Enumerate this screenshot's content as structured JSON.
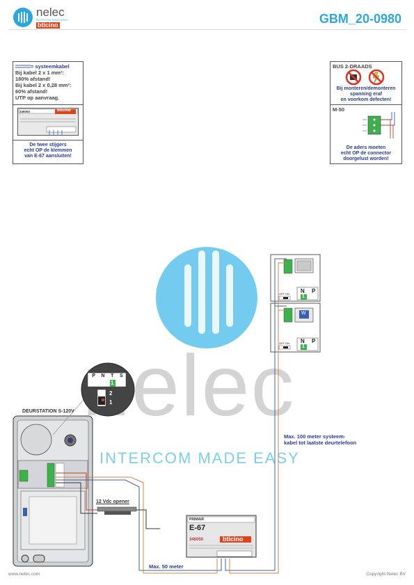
{
  "header": {
    "brand": "nelec",
    "brand_sub": "INTERCOM MADE EASY",
    "brand_partner": "bticino",
    "doc_code": "GBM_20-0980"
  },
  "cable_note": {
    "legend": "= systeemkabel",
    "line1": "Bij kabel 2 x 1 mm²:",
    "line2": "180% afstand!",
    "line3": "Bij kabel 2 x 0,28 mm²:",
    "line4": "60% afstand!",
    "line5": "UTP op aanvraag.",
    "module_code": "346050",
    "module_brand": "bticino",
    "caption1": "De twee stijgers",
    "caption2": "echt OP de klemmen",
    "caption3": "van E-67 aansluiten!"
  },
  "bus_note": {
    "title": "BUS 2-DRAADS",
    "warn1": "Bij monteren/demonteren",
    "warn2": "spanning eraf",
    "warn3": "en voorkom defecten!",
    "model": "M-50",
    "caption1": "De aders moeten",
    "caption2": "echt OP de connector",
    "caption3": "doorgelust worden!"
  },
  "watermark": {
    "word": "nelec",
    "tagline": "INTERCOM MADE EASY"
  },
  "connector_zoom": {
    "terminals": [
      "P",
      "N",
      "T",
      "S"
    ],
    "dip_label_top": "2",
    "dip_label_bottom": "1",
    "dip_value": "1"
  },
  "door_station": {
    "title": "DEURSTATION S-120V"
  },
  "monitors": [
    {
      "terminal_n": "N",
      "terminal_p": "P",
      "value": "1",
      "switch": "OFF ON"
    },
    {
      "terminal_n": "N",
      "terminal_p": "P",
      "value": "1",
      "switch": "OFF ON",
      "screen_label": "W"
    }
  ],
  "opener": {
    "label": "12 Vdc opener"
  },
  "power_supply": {
    "label_top": "PRIMAIR",
    "model": "E-67",
    "code": "346050",
    "brand": "bticino"
  },
  "distances": {
    "long_line1": "Max. 100 meter systeem-",
    "long_line2": "kabel tot laatste deurtelefoon",
    "short": "Max. 50 meter"
  },
  "footer": {
    "website": "www.nelec.com",
    "copyright": "Copyright Nelec BV"
  },
  "colors": {
    "accent": "#2aa7df",
    "text_blue": "#2b3a8f",
    "cable_blue": "#3a5fb0",
    "cable_red": "#c0392b",
    "cable_orange": "#d9843a",
    "terminal_green": "#3cb34a"
  }
}
